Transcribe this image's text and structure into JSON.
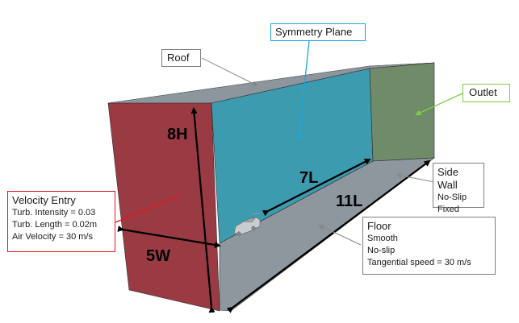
{
  "diagram": {
    "colors": {
      "inlet": "#9a3b43",
      "symmetry": "#3d9bb0",
      "outlet": "#6f8b6a",
      "roof": "#8d969c",
      "floor": "#8e979d",
      "velocity_border": "#e8141c",
      "symmetry_border": "#1aa8df",
      "outlet_border": "#7ed03f",
      "neutral_border": "#7f7f7f"
    },
    "dimensions": {
      "height": "8H",
      "width": "5W",
      "upstream": "7L",
      "total_length": "11L"
    },
    "labels": {
      "velocity_entry": {
        "title": "Velocity Entry",
        "lines": [
          "Turb. Intensity = 0.03",
          "Turb. Length = 0.02m",
          "Air Velocity = 30 m/s"
        ]
      },
      "symmetry_plane": {
        "title": "Symmetry Plane"
      },
      "roof": {
        "title": "Roof"
      },
      "outlet": {
        "title": "Outlet"
      },
      "side_wall": {
        "title": "Side Wall",
        "lines": [
          "No-Slip",
          "Fixed"
        ]
      },
      "floor": {
        "title": "Floor",
        "lines": [
          "Smooth",
          "No-slip",
          "Tangential speed = 30 m/s"
        ]
      }
    }
  }
}
